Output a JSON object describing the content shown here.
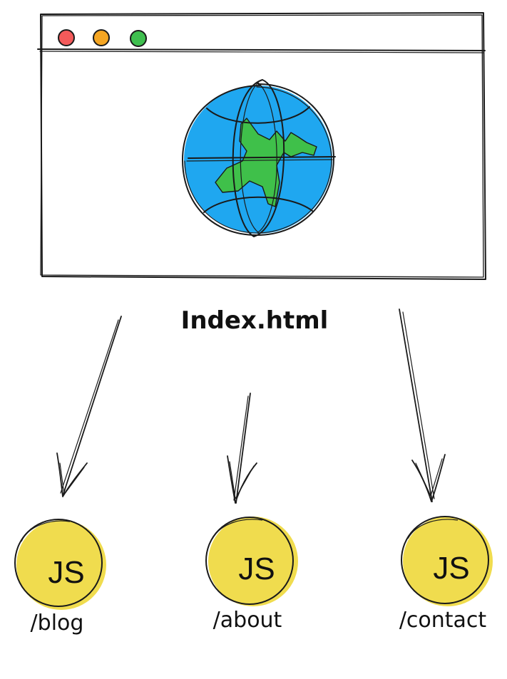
{
  "colors": {
    "stroke": "#1a1a1a",
    "window_close": "#f45a5a",
    "window_minimize": "#f5a623",
    "window_maximize": "#3fbf4f",
    "globe_ocean": "#1fa7f0",
    "globe_land": "#3fc04a",
    "js_badge": "#f0dc4e"
  },
  "browser_window": {
    "content_icon": "globe-icon"
  },
  "main_file": {
    "label": "Index.html"
  },
  "routes": [
    {
      "path": "/blog",
      "badge": "JS",
      "icon": "js-file-icon"
    },
    {
      "path": "/about",
      "badge": "JS",
      "icon": "js-file-icon"
    },
    {
      "path": "/contact",
      "badge": "JS",
      "icon": "js-file-icon"
    }
  ]
}
